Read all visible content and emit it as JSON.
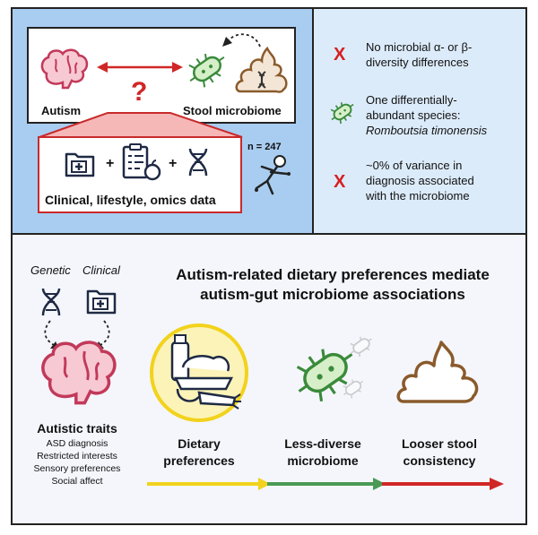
{
  "top_left": {
    "autism_label": "Autism",
    "stool_label": "Stool microbiome",
    "question_mark": "?",
    "data_label": "Clinical, lifestyle, omics data",
    "plus": "+",
    "n_label": "n = 247"
  },
  "top_right": {
    "findings": [
      {
        "icon": "x-mark-icon",
        "text": [
          "No microbial α- or β-",
          "diversity differences"
        ]
      },
      {
        "icon": "microbe-icon",
        "text": [
          "One differentially-",
          "abundant species:"
        ],
        "italic": "Romboutsia timonensis"
      },
      {
        "icon": "x-mark-icon",
        "text": [
          "~0% of variance in",
          "diagnosis associated",
          "with the microbiome"
        ]
      }
    ],
    "x_symbol": "X"
  },
  "bottom": {
    "genetic_label": "Genetic",
    "clinical_label": "Clinical",
    "headline": [
      "Autism-related dietary preferences mediate",
      "autism-gut microbiome associations"
    ],
    "traits_title": "Autistic traits",
    "traits": [
      "ASD diagnosis",
      "Restricted interests",
      "Sensory preferences",
      "Social affect"
    ],
    "steps": [
      {
        "label": [
          "Dietary",
          "preferences"
        ]
      },
      {
        "label": [
          "Less-diverse",
          "microbiome"
        ]
      },
      {
        "label": [
          "Looser stool",
          "consistency"
        ]
      }
    ],
    "colors": {
      "yellow": "#f2d21c",
      "green": "#4a9a55",
      "red": "#d12626",
      "brain": "#c2395a",
      "microbe": "#3a8a3a",
      "stool": "#8a5a2b"
    }
  }
}
